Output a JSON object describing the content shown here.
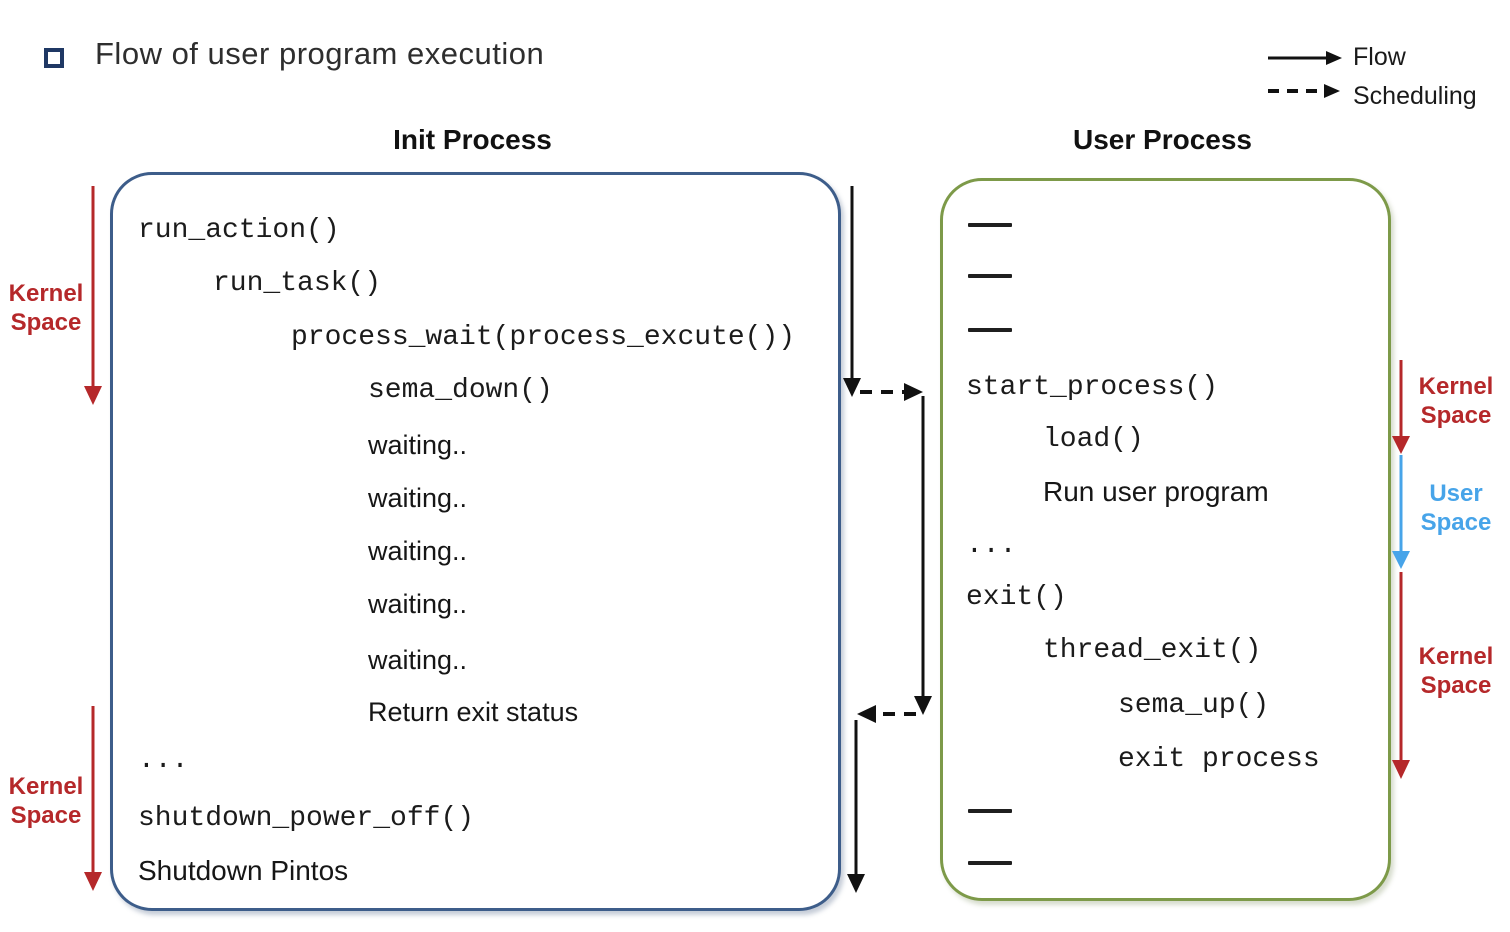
{
  "header": {
    "title": "Flow of user program execution"
  },
  "legend": {
    "flow_label": "Flow",
    "scheduling_label": "Scheduling"
  },
  "init_process": {
    "title": "Init Process",
    "lines": [
      {
        "text": "run_action()",
        "style": "code",
        "indent": 0
      },
      {
        "text": "run_task()",
        "style": "code",
        "indent": 1
      },
      {
        "text": "process_wait(process_excute())",
        "style": "code",
        "indent": 2
      },
      {
        "text": "sema_down()",
        "style": "code",
        "indent": 3
      },
      {
        "text": "waiting..",
        "style": "plain",
        "indent": 3
      },
      {
        "text": "waiting..",
        "style": "plain",
        "indent": 3
      },
      {
        "text": "waiting..",
        "style": "plain",
        "indent": 3
      },
      {
        "text": "waiting..",
        "style": "plain",
        "indent": 3
      },
      {
        "text": "waiting..",
        "style": "plain",
        "indent": 3
      },
      {
        "text": "Return exit status",
        "style": "plain",
        "indent": 3
      },
      {
        "text": "...",
        "style": "code",
        "indent": 0
      },
      {
        "text": "shutdown_power_off()",
        "style": "code",
        "indent": 0
      },
      {
        "text": "Shutdown Pintos",
        "style": "plain",
        "indent": 0
      }
    ]
  },
  "user_process": {
    "title": "User Process",
    "lines": [
      {
        "text": "—",
        "style": "dash"
      },
      {
        "text": "—",
        "style": "dash"
      },
      {
        "text": "—",
        "style": "dash"
      },
      {
        "text": "start_process()",
        "style": "code",
        "indent": 0
      },
      {
        "text": "load()",
        "style": "code",
        "indent": 1
      },
      {
        "text": "Run user program",
        "style": "plain",
        "indent": 1
      },
      {
        "text": "...",
        "style": "code",
        "indent": 0
      },
      {
        "text": "exit()",
        "style": "code",
        "indent": 0
      },
      {
        "text": "thread_exit()",
        "style": "code",
        "indent": 1
      },
      {
        "text": "sema_up()",
        "style": "code",
        "indent": 2
      },
      {
        "text": "exit process",
        "style": "code",
        "indent": 2
      },
      {
        "text": "—",
        "style": "dash"
      },
      {
        "text": "—",
        "style": "dash"
      }
    ]
  },
  "space_labels": {
    "left_top": "Kernel Space",
    "left_bottom": "Kernel Space",
    "right_top": "Kernel Space",
    "right_middle": "User Space",
    "right_bottom": "Kernel Space"
  },
  "colors": {
    "kernel_space_red": "#b5282a",
    "user_space_blue": "#47a4e9",
    "init_box_border": "#3d5d8a",
    "user_box_border": "#7d9a49",
    "flow_arrow_black": "#111111"
  }
}
